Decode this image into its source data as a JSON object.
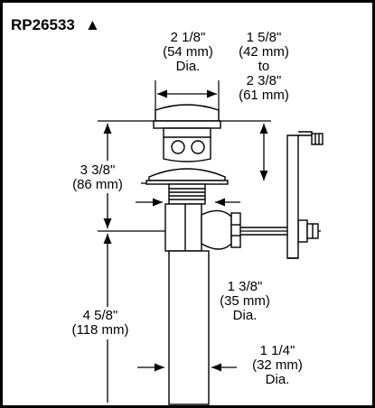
{
  "model": "RP26533",
  "model_mark": "▲",
  "dims": {
    "cap_width": [
      "2 1/8\"",
      "(54 mm)",
      "Dia."
    ],
    "adjust_range": [
      "1 5/8\"",
      "(42 mm)",
      "to",
      "2 3/8\"",
      "(61 mm)"
    ],
    "body_height": [
      "3 3/8\"",
      "(86 mm)"
    ],
    "tailpiece_length": [
      "4 5/8\"",
      "(118 mm)"
    ],
    "neck_diameter": [
      "1 3/8\"",
      "(35 mm)",
      "Dia."
    ],
    "tail_diameter": [
      "1 1/4\"",
      "(32 mm)",
      "Dia."
    ]
  }
}
